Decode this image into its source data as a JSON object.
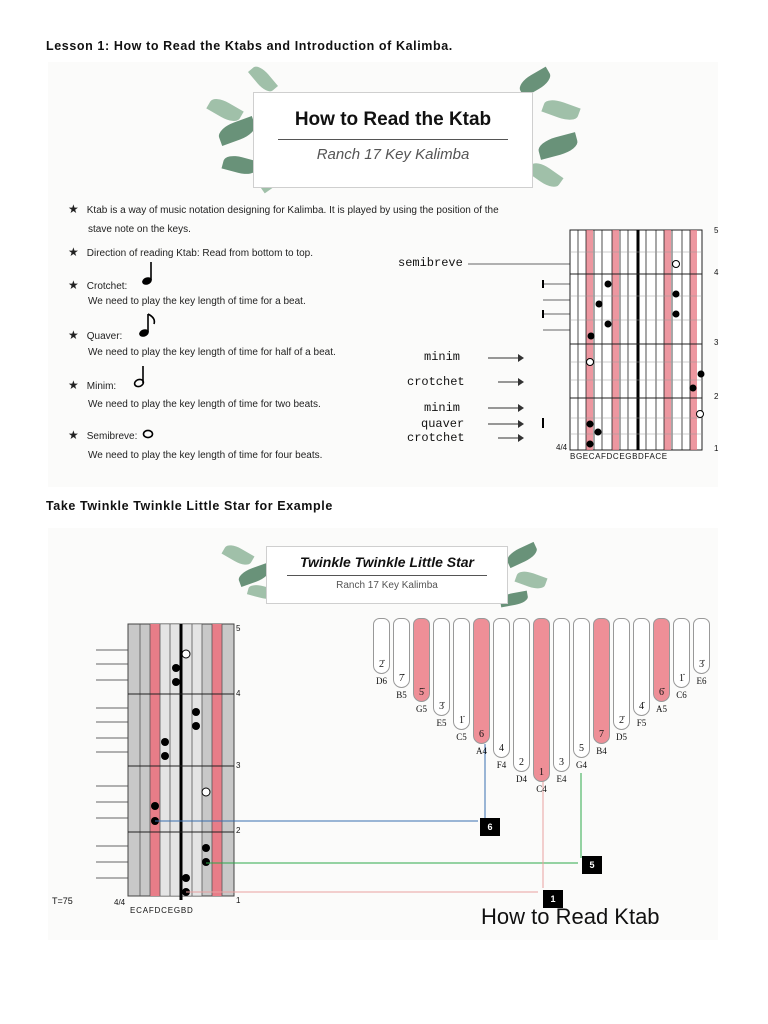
{
  "lesson_heading": "Lesson 1: How to Read the Ktabs and Introduction of Kalimba.",
  "card1": {
    "title": "How to Read the Ktab",
    "subtitle": "Ranch 17 Key Kalimba",
    "bullets": [
      {
        "head": "Ktab is a way of music notation designing for Kalimba. It is played by using the position of the",
        "cont": "stave note on the keys."
      },
      {
        "head": "Direction of reading Ktab: Read from bottom to top.",
        "cont": ""
      },
      {
        "head": "Crotchet:",
        "cont": "We need to play the key length of time for a beat."
      },
      {
        "head": "Quaver:",
        "cont": "We need to play the key length of time for half of a beat."
      },
      {
        "head": "Minim:",
        "cont": "We need to play the key length of time for two beats."
      },
      {
        "head": "Semibreve:",
        "cont": "We need to play the key length of time for four beats."
      }
    ],
    "labels": {
      "semibreve": "semibreve",
      "minim1": "minim",
      "crotchet1": "crotchet",
      "minim2": "minim",
      "quaver": "quaver",
      "crotchet2": "crotchet"
    },
    "time_sig": "4/4",
    "measures": [
      "5",
      "4",
      "3",
      "2",
      "1"
    ],
    "key_letters": [
      "B",
      "G",
      "E",
      "C",
      "A",
      "F",
      "D",
      "C",
      "E",
      "G",
      "B",
      "D",
      "F",
      "A",
      "C",
      "E"
    ]
  },
  "example_heading": "Take Twinkle Twinkle Little Star for Example",
  "card2": {
    "title": "Twinkle Twinkle Little Star",
    "subtitle": "Ranch 17 Key Kalimba",
    "tempo": "T=75",
    "time_sig": "4/4",
    "measures": [
      "5",
      "4",
      "3",
      "2",
      "1"
    ],
    "tab_letters": [
      "E",
      "C",
      "A",
      "F",
      "D",
      "C",
      "E",
      "G",
      "B",
      "D"
    ],
    "markers": [
      "6",
      "5",
      "1"
    ],
    "caption": "How to Read Ktab",
    "keys": [
      {
        "note": "D6",
        "num": "2̇̇"
      },
      {
        "note": "B5",
        "num": "7̇"
      },
      {
        "note": "G5",
        "num": "5̇"
      },
      {
        "note": "E5",
        "num": "3̇"
      },
      {
        "note": "C5",
        "num": "1̇"
      },
      {
        "note": "A4",
        "num": "6"
      },
      {
        "note": "F4",
        "num": "4"
      },
      {
        "note": "D4",
        "num": "2"
      },
      {
        "note": "C4",
        "num": "1"
      },
      {
        "note": "E4",
        "num": "3"
      },
      {
        "note": "G4",
        "num": "5"
      },
      {
        "note": "B4",
        "num": "7"
      },
      {
        "note": "D5",
        "num": "2̇"
      },
      {
        "note": "F5",
        "num": "4̇"
      },
      {
        "note": "A5",
        "num": "6̇"
      },
      {
        "note": "C6",
        "num": "1̇̇"
      },
      {
        "note": "E6",
        "num": "3̇̇"
      }
    ]
  }
}
